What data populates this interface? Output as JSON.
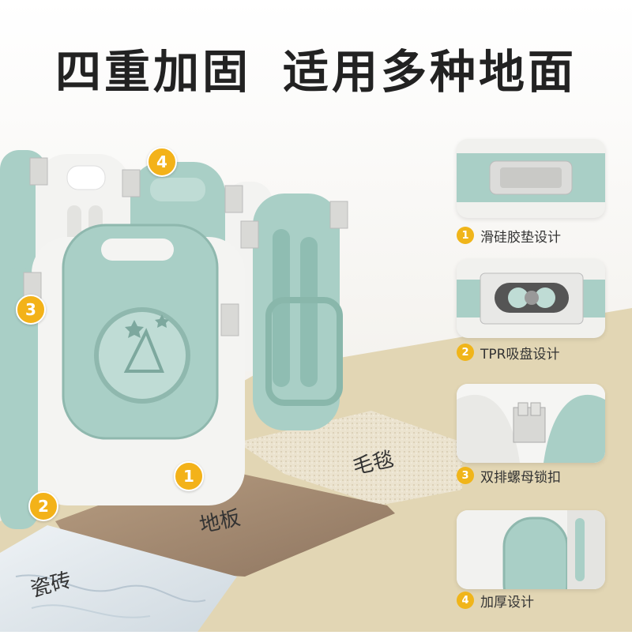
{
  "headline": {
    "left": "四重加固",
    "right": "适用多种地面"
  },
  "floors": {
    "tile": "瓷砖",
    "wood": "地板",
    "carpet": "毛毯"
  },
  "badges": [
    "1",
    "2",
    "3",
    "4"
  ],
  "features": [
    {
      "num": "1",
      "label": "滑硅胶垫设计"
    },
    {
      "num": "2",
      "label": "TPR吸盘设计"
    },
    {
      "num": "3",
      "label": "双排螺母锁扣"
    },
    {
      "num": "4",
      "label": "加厚设计"
    }
  ],
  "colors": {
    "accent": "#f0b51a",
    "panel": "#a9cfc6",
    "panel_white": "#f3f3f1",
    "sand": "#e2d6b4"
  }
}
